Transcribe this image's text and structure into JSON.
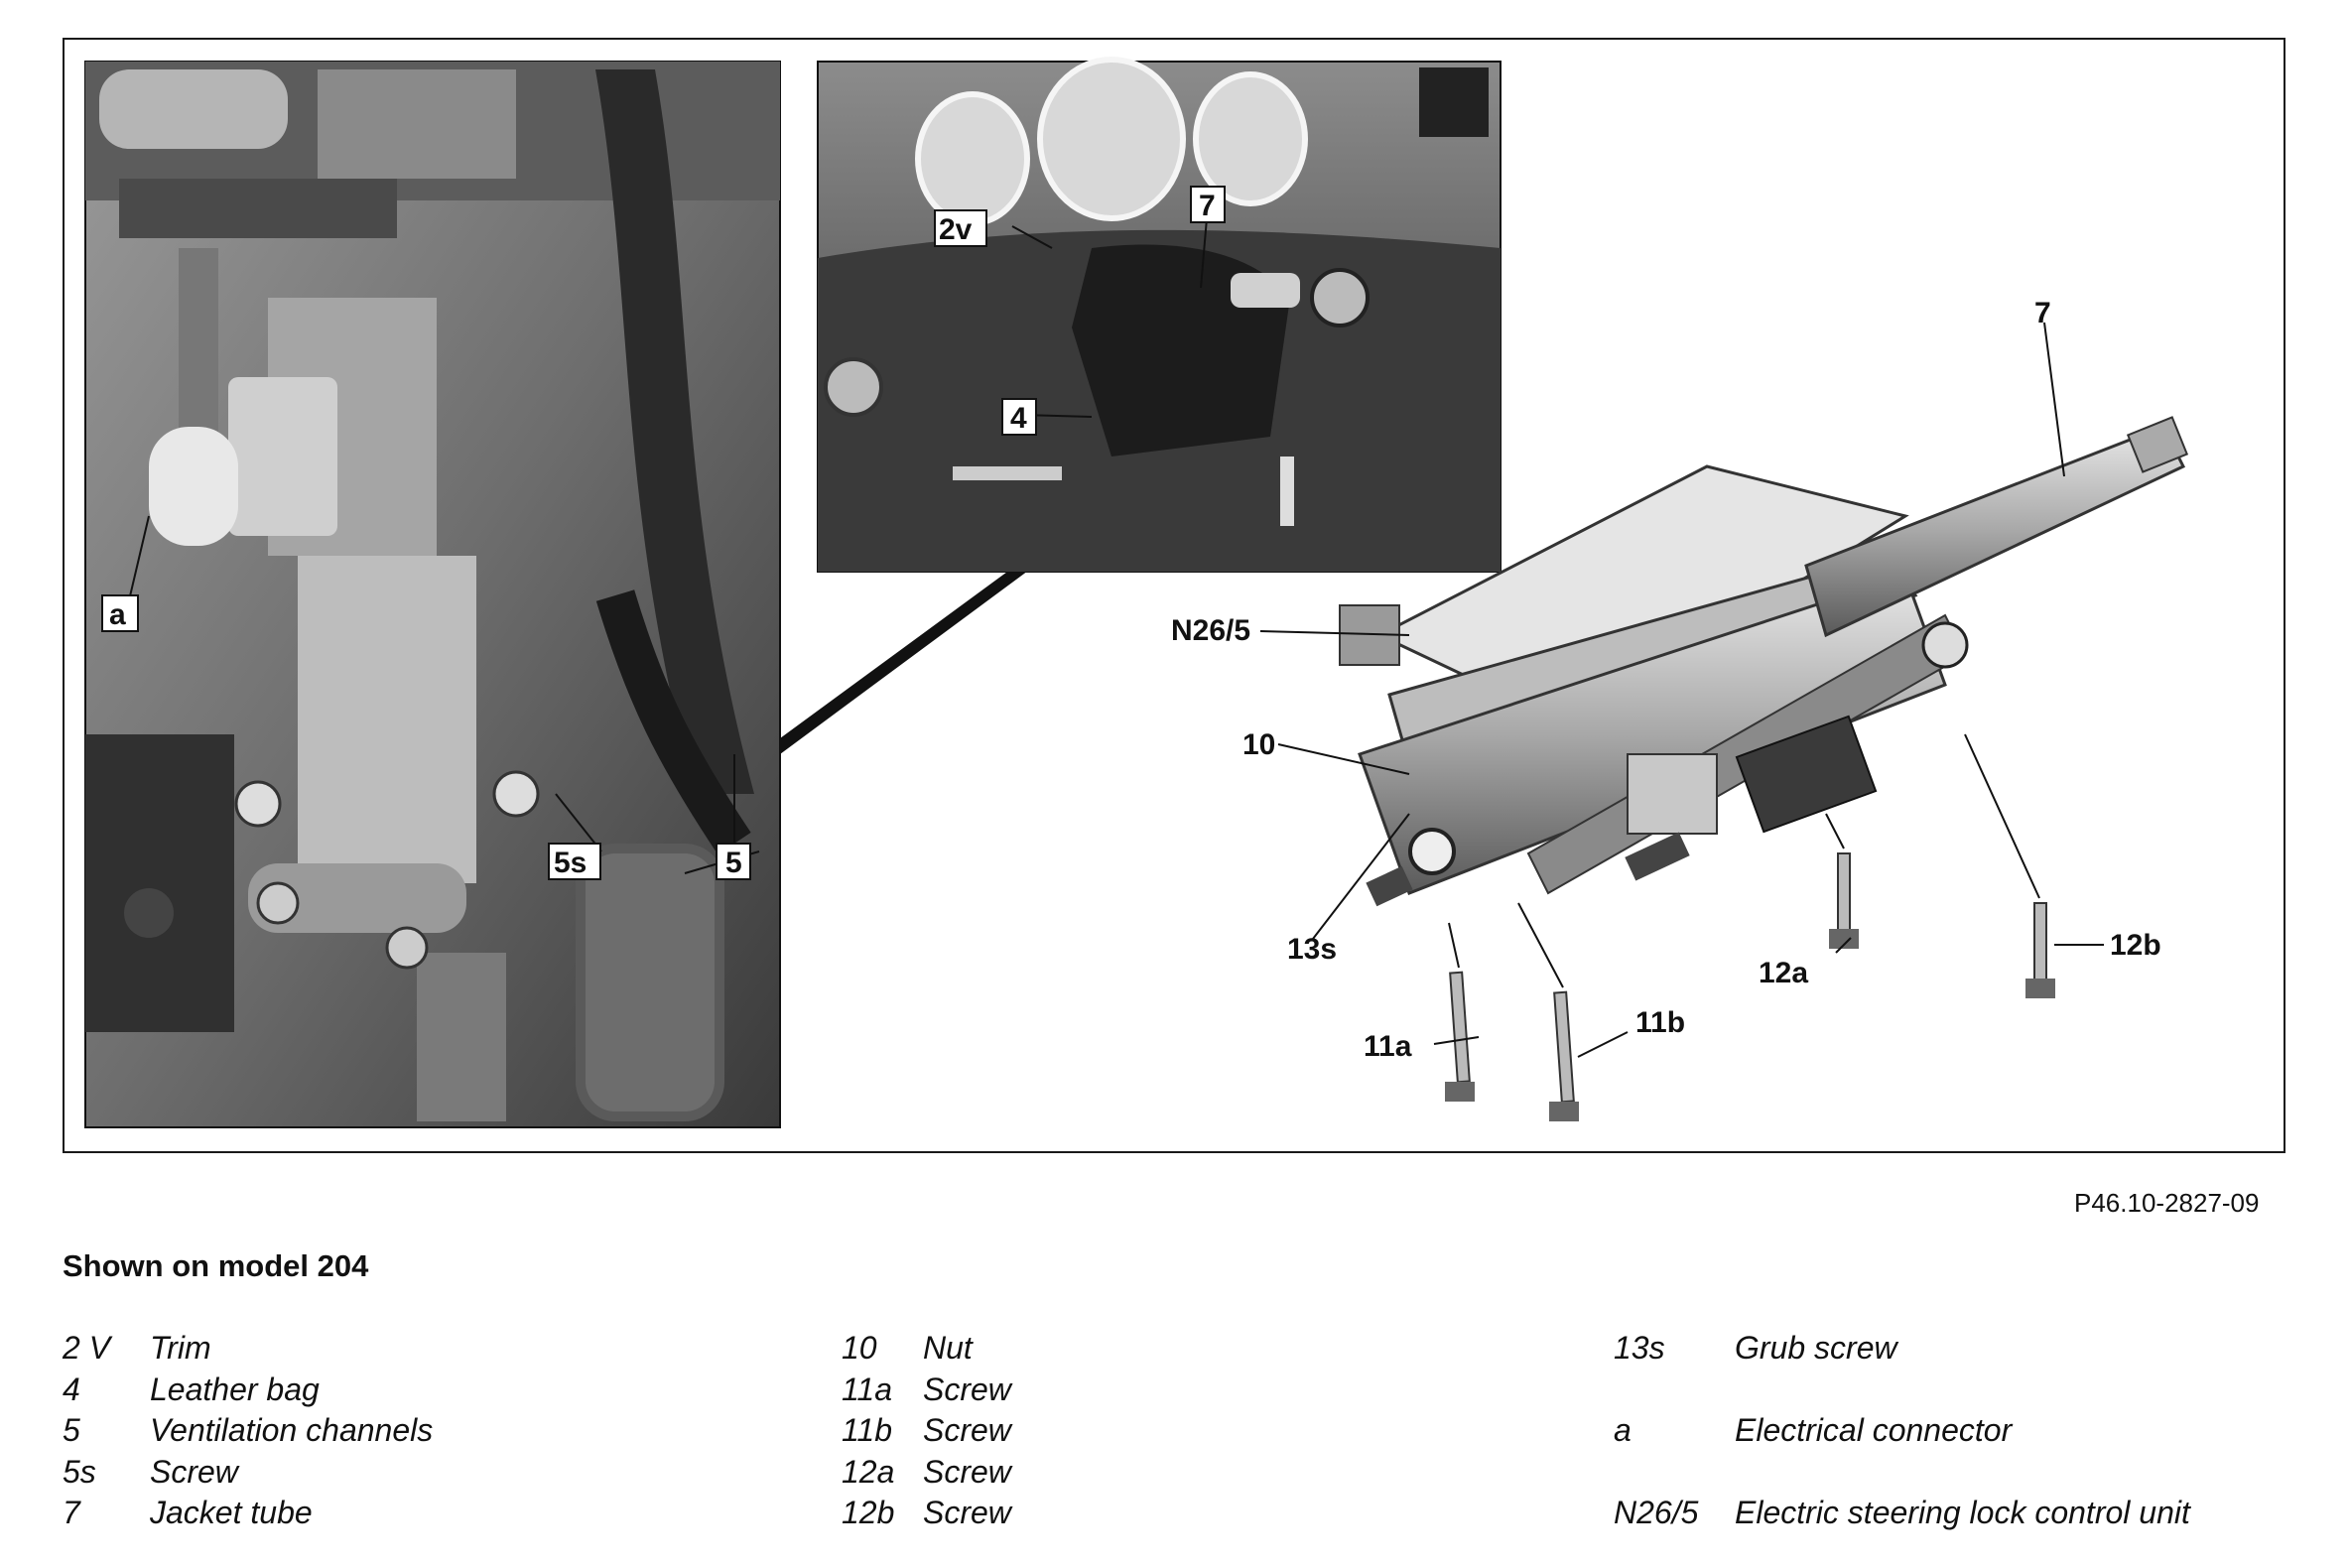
{
  "figure": {
    "callouts": {
      "a": "a",
      "fivesA": "5s",
      "fiveA": "5",
      "twoV": "2v",
      "fourA": "4",
      "sevenA": "7",
      "sevenB": "7",
      "n265": "N26/5",
      "ten": "10",
      "thirteenS": "13s",
      "elevenA": "11a",
      "elevenB": "11b",
      "twelveA": "12a",
      "twelveB": "12b"
    },
    "reference": "P46.10-2827-09"
  },
  "heading": "Shown on model 204",
  "legend": {
    "col1": [
      {
        "key": "2 V",
        "label": "Trim"
      },
      {
        "key": "4",
        "label": "Leather bag"
      },
      {
        "key": "5",
        "label": "Ventilation channels"
      },
      {
        "key": "5s",
        "label": "Screw"
      },
      {
        "key": "7",
        "label": "Jacket tube"
      }
    ],
    "col2": [
      {
        "key": "10",
        "label": "Nut"
      },
      {
        "key": "11a",
        "label": "Screw"
      },
      {
        "key": "11b",
        "label": "Screw"
      },
      {
        "key": "12a",
        "label": "Screw"
      },
      {
        "key": "12b",
        "label": "Screw"
      }
    ],
    "col3": [
      {
        "key": "13s",
        "label": "Grub screw"
      },
      {
        "key": "",
        "label": ""
      },
      {
        "key": "a",
        "label": "Electrical connector"
      },
      {
        "key": "",
        "label": ""
      },
      {
        "key": "N26/5",
        "label": "Electric steering lock control unit"
      }
    ]
  }
}
